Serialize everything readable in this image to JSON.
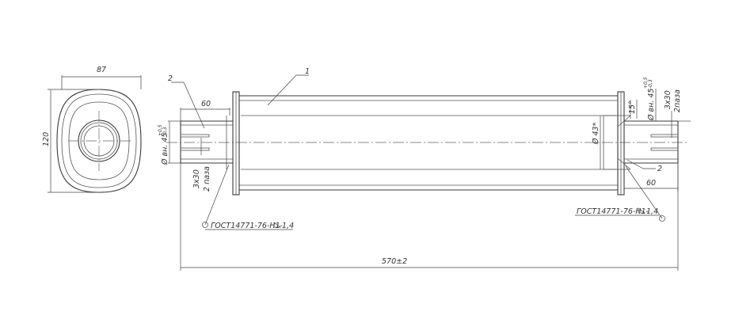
{
  "side_view": {
    "width_label": "87",
    "height_label": "120"
  },
  "callouts": {
    "part_1": "1",
    "part_2_left": "2",
    "part_2_right": "2"
  },
  "dimensions": {
    "left_length": "60",
    "right_length": "60",
    "overall_length": "570±2",
    "angle": "15°",
    "bore_diameter": "Ø 43*",
    "left_pipe_diameter": "Ø вн. 45",
    "left_pipe_tol_upper": "+0,5",
    "left_pipe_tol_lower": "-0,3",
    "right_pipe_diameter": "Ø вн. 45",
    "right_pipe_tol_upper": "+0,5",
    "right_pipe_tol_lower": "-0,3",
    "slot_size_left": "3x30",
    "slot_count_left": "2 паза",
    "slot_size_right": "3x30",
    "slot_count_right": "2паза"
  },
  "weld_notes": {
    "left": "ГОСТ14771-76-Н1-",
    "left_leg": "1,4",
    "right": "ГОСТ14771-76-Н1-",
    "right_leg": "1,4"
  }
}
